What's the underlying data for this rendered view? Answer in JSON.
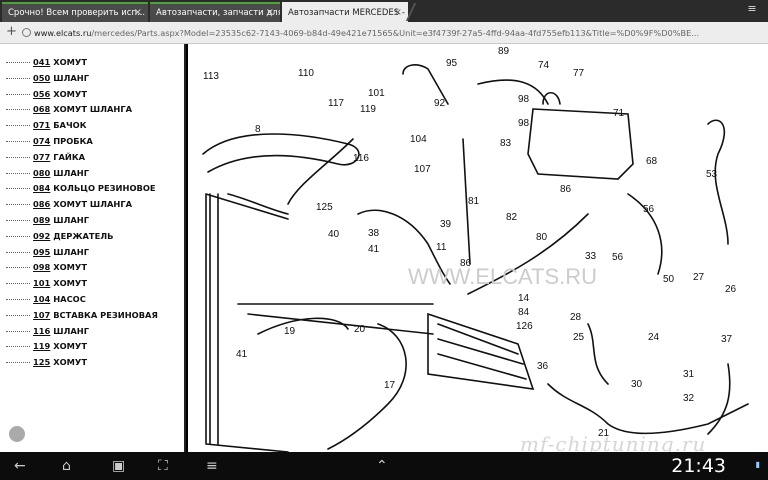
{
  "tabs": [
    {
      "title": "Срочно! Всем проверить исп..."
    },
    {
      "title": "Автозапчасти, запчасти для и..."
    },
    {
      "title": "Автозапчасти MERCEDES - з..."
    }
  ],
  "browser": {
    "url_host": "www.elcats.ru",
    "url_rest": "/mercedes/Parts.aspx?Model=23535c62-7143-4069-b84d-49e421e71565&Unit=e3f4739f-27a5-4ffd-94aa-4fd755efb113&Title=%D0%9F%D0%BE..."
  },
  "sidebar": {
    "items": [
      {
        "num": "041",
        "name": "ХОМУТ"
      },
      {
        "num": "050",
        "name": "ШЛАНГ"
      },
      {
        "num": "056",
        "name": "ХОМУТ"
      },
      {
        "num": "068",
        "name": "ХОМУТ ШЛАНГА"
      },
      {
        "num": "071",
        "name": "БАЧОК"
      },
      {
        "num": "074",
        "name": "ПРОБКА"
      },
      {
        "num": "077",
        "name": "ГАЙКА"
      },
      {
        "num": "080",
        "name": "ШЛАНГ"
      },
      {
        "num": "084",
        "name": "КОЛЬЦО РЕЗИНОВОЕ"
      },
      {
        "num": "086",
        "name": "ХОМУТ ШЛАНГА"
      },
      {
        "num": "089",
        "name": "ШЛАНГ"
      },
      {
        "num": "092",
        "name": "ДЕРЖАТЕЛЬ"
      },
      {
        "num": "095",
        "name": "ШЛАНГ"
      },
      {
        "num": "098",
        "name": "ХОМУТ"
      },
      {
        "num": "101",
        "name": "ХОМУТ"
      },
      {
        "num": "104",
        "name": "НАСОС"
      },
      {
        "num": "107",
        "name": "ВСТАВКА РЕЗИНОВАЯ"
      },
      {
        "num": "116",
        "name": "ШЛАНГ"
      },
      {
        "num": "119",
        "name": "ХОМУТ"
      },
      {
        "num": "125",
        "name": "ХОМУТ"
      }
    ]
  },
  "diagram": {
    "callouts": [
      {
        "t": "113"
      },
      {
        "t": "110"
      },
      {
        "t": "117"
      },
      {
        "t": "8"
      },
      {
        "t": "101"
      },
      {
        "t": "119"
      },
      {
        "t": "95"
      },
      {
        "t": "89"
      },
      {
        "t": "74"
      },
      {
        "t": "77"
      },
      {
        "t": "92"
      },
      {
        "t": "104"
      },
      {
        "t": "98"
      },
      {
        "t": "98"
      },
      {
        "t": "71"
      },
      {
        "t": "116"
      },
      {
        "t": "107"
      },
      {
        "t": "83"
      },
      {
        "t": "68"
      },
      {
        "t": "53"
      },
      {
        "t": "86"
      },
      {
        "t": "125"
      },
      {
        "t": "56"
      },
      {
        "t": "39"
      },
      {
        "t": "81"
      },
      {
        "t": "82"
      },
      {
        "t": "40"
      },
      {
        "t": "38"
      },
      {
        "t": "41"
      },
      {
        "t": "11"
      },
      {
        "t": "80"
      },
      {
        "t": "33"
      },
      {
        "t": "56"
      },
      {
        "t": "86"
      },
      {
        "t": "50"
      },
      {
        "t": "27"
      },
      {
        "t": "26"
      },
      {
        "t": "14"
      },
      {
        "t": "84"
      },
      {
        "t": "126"
      },
      {
        "t": "28"
      },
      {
        "t": "24"
      },
      {
        "t": "19"
      },
      {
        "t": "20"
      },
      {
        "t": "25"
      },
      {
        "t": "41"
      },
      {
        "t": "37"
      },
      {
        "t": "31"
      },
      {
        "t": "36"
      },
      {
        "t": "30"
      },
      {
        "t": "17"
      },
      {
        "t": "32"
      },
      {
        "t": "21"
      }
    ],
    "watermark": "WWW.ELCATS.RU"
  },
  "watermark_corner": "mf-chiptuning.ru",
  "status": {
    "time": "21:43"
  },
  "colors": {
    "tab_accent": "#4fa23a",
    "link": "#111111",
    "callout_box": "#e07070"
  }
}
